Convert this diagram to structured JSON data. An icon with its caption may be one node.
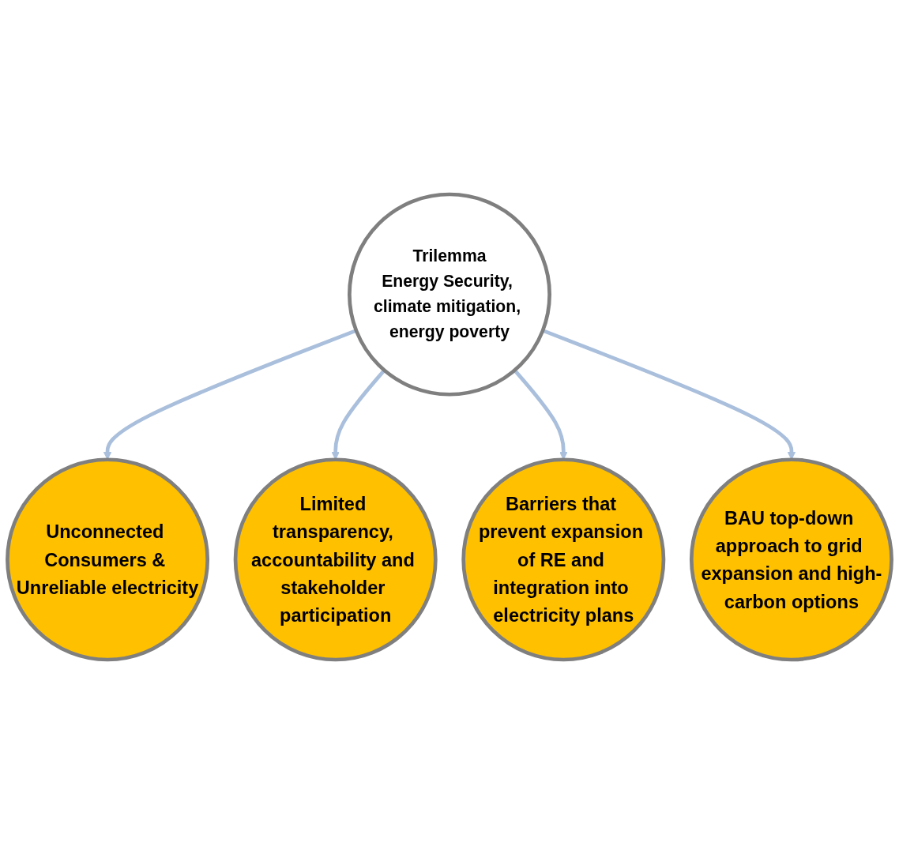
{
  "diagram": {
    "nodes": [
      {
        "text": [
          "Unconnected Consumers & Unreliable electricity"
        ]
      },
      {
        "text": [
          "Limited transparency, accountability and stakeholder participation"
        ]
      },
      {
        "text": [
          "Trilemma",
          "Energy Security, climate mitigation, energy poverty"
        ]
      },
      {
        "text": [
          "Barriers that prevent expansion of RE and integration into electricity plans"
        ]
      },
      {
        "text": [
          "BAU top-down approach to grid expansion and high-carbon options"
        ]
      }
    ],
    "edges": [
      {
        "from": 2,
        "to": 0,
        "arrow": "to"
      },
      {
        "from": 2,
        "to": 1,
        "arrow": "to"
      },
      {
        "from": 2,
        "to": 3,
        "arrow": "to"
      },
      {
        "from": 2,
        "to": 4,
        "arrow": "to"
      }
    ]
  }
}
